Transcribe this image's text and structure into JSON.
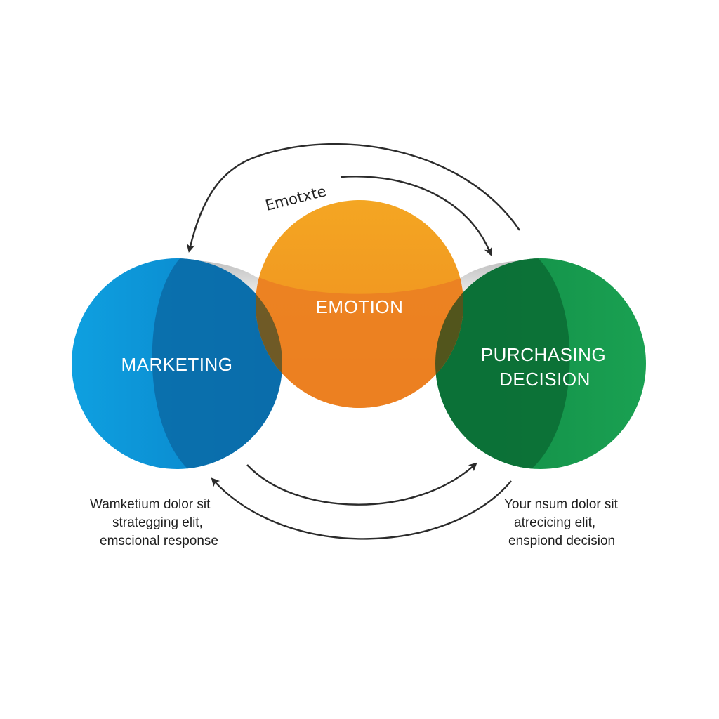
{
  "diagram": {
    "top_arc_label": "Emotхte",
    "circles": {
      "marketing": {
        "label": "MARKETING",
        "color": "#0B8FD4",
        "shade": "#0A6AA6"
      },
      "emotion": {
        "label": "EMOTION",
        "color": "#F2A11F",
        "shade": "#EB7E22"
      },
      "purchasing": {
        "label_line1": "PURCHASING",
        "label_line2": "DECISION",
        "color": "#169A4C",
        "shade": "#0B6E35"
      }
    },
    "arrow_color": "#2b2b2b"
  },
  "captions": {
    "left": {
      "line1": "Wamketium dolor sit",
      "line2": "strategging elit,",
      "line3": "emscional response"
    },
    "right": {
      "line1": "Your nsum dolor sit",
      "line2": "atrecicing elit,",
      "line3": "enspiond decision"
    }
  }
}
